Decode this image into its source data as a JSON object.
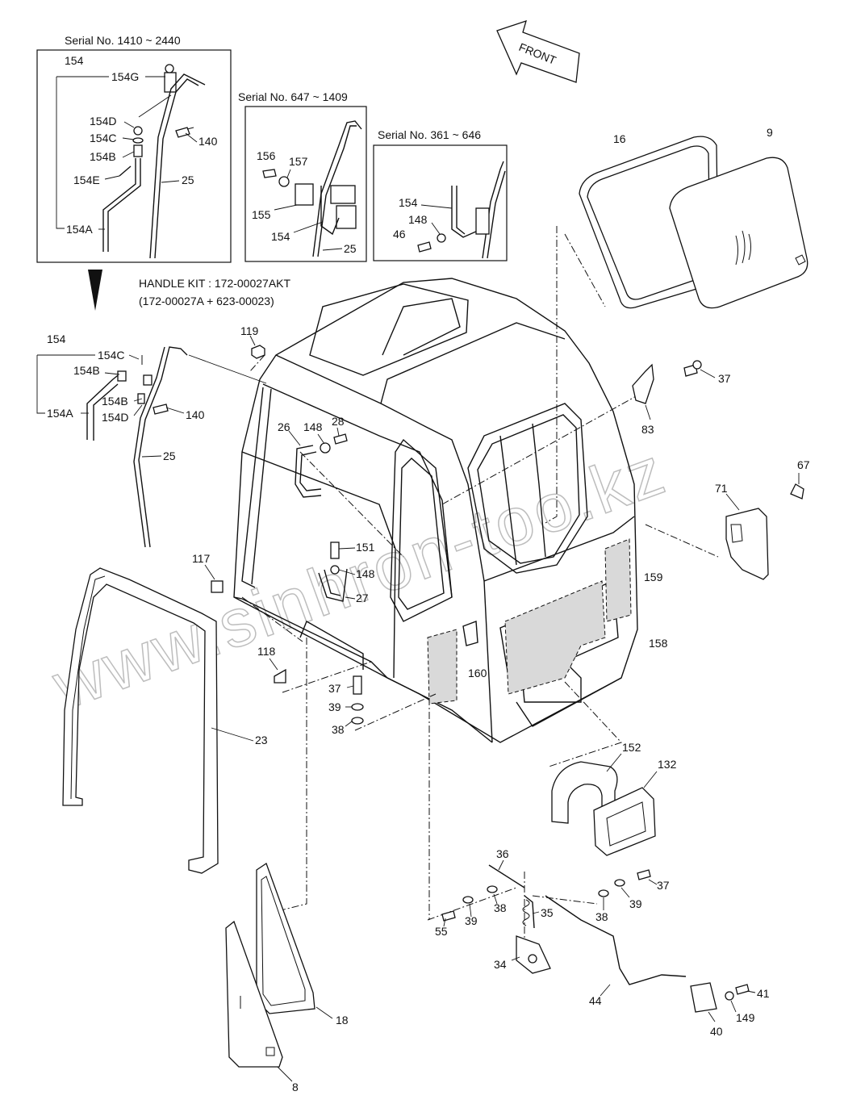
{
  "serials": {
    "s1": "Serial No. 1410 ~ 2440",
    "s2": "Serial No. 647 ~ 1409",
    "s3": "Serial No. 361 ~ 646"
  },
  "kit": {
    "line1": "HANDLE KIT : 172-00027AKT",
    "line2": "(172-00027A + 623-00023)"
  },
  "direction_label": "FRONT",
  "watermark": "www.sinhron-too.kz",
  "labels": {
    "b1_154": "154",
    "b1_154G": "154G",
    "b1_154D": "154D",
    "b1_154C": "154C",
    "b1_154B": "154B",
    "b1_154E": "154E",
    "b1_154A": "154A",
    "b1_25": "25",
    "b1_140": "140",
    "b2_156": "156",
    "b2_157": "157",
    "b2_155": "155",
    "b2_154": "154",
    "b2_25": "25",
    "b3_154": "154",
    "b3_148": "148",
    "b3_46": "46",
    "m_154": "154",
    "m_154C": "154C",
    "m_154B": "154B",
    "m_154B2": "154B",
    "m_154D": "154D",
    "m_154A": "154A",
    "m_140": "140",
    "m_25": "25",
    "p119": "119",
    "p26": "26",
    "p148a": "148",
    "p28": "28",
    "p151": "151",
    "p148b": "148",
    "p27": "27",
    "p117": "117",
    "p118": "118",
    "p37a": "37",
    "p39a": "39",
    "p38a": "38",
    "p23": "23",
    "p16": "16",
    "p9": "9",
    "p37b": "37",
    "p83": "83",
    "p67": "67",
    "p71": "71",
    "p159": "159",
    "p158": "158",
    "p160": "160",
    "p152": "152",
    "p132": "132",
    "p36": "36",
    "p38b": "38",
    "p39b": "39",
    "p55": "55",
    "p35": "35",
    "p34": "34",
    "p37c": "37",
    "p39c": "39",
    "p38c": "38",
    "p44": "44",
    "p41": "41",
    "p149": "149",
    "p40": "40",
    "p18": "18",
    "p8": "8"
  }
}
